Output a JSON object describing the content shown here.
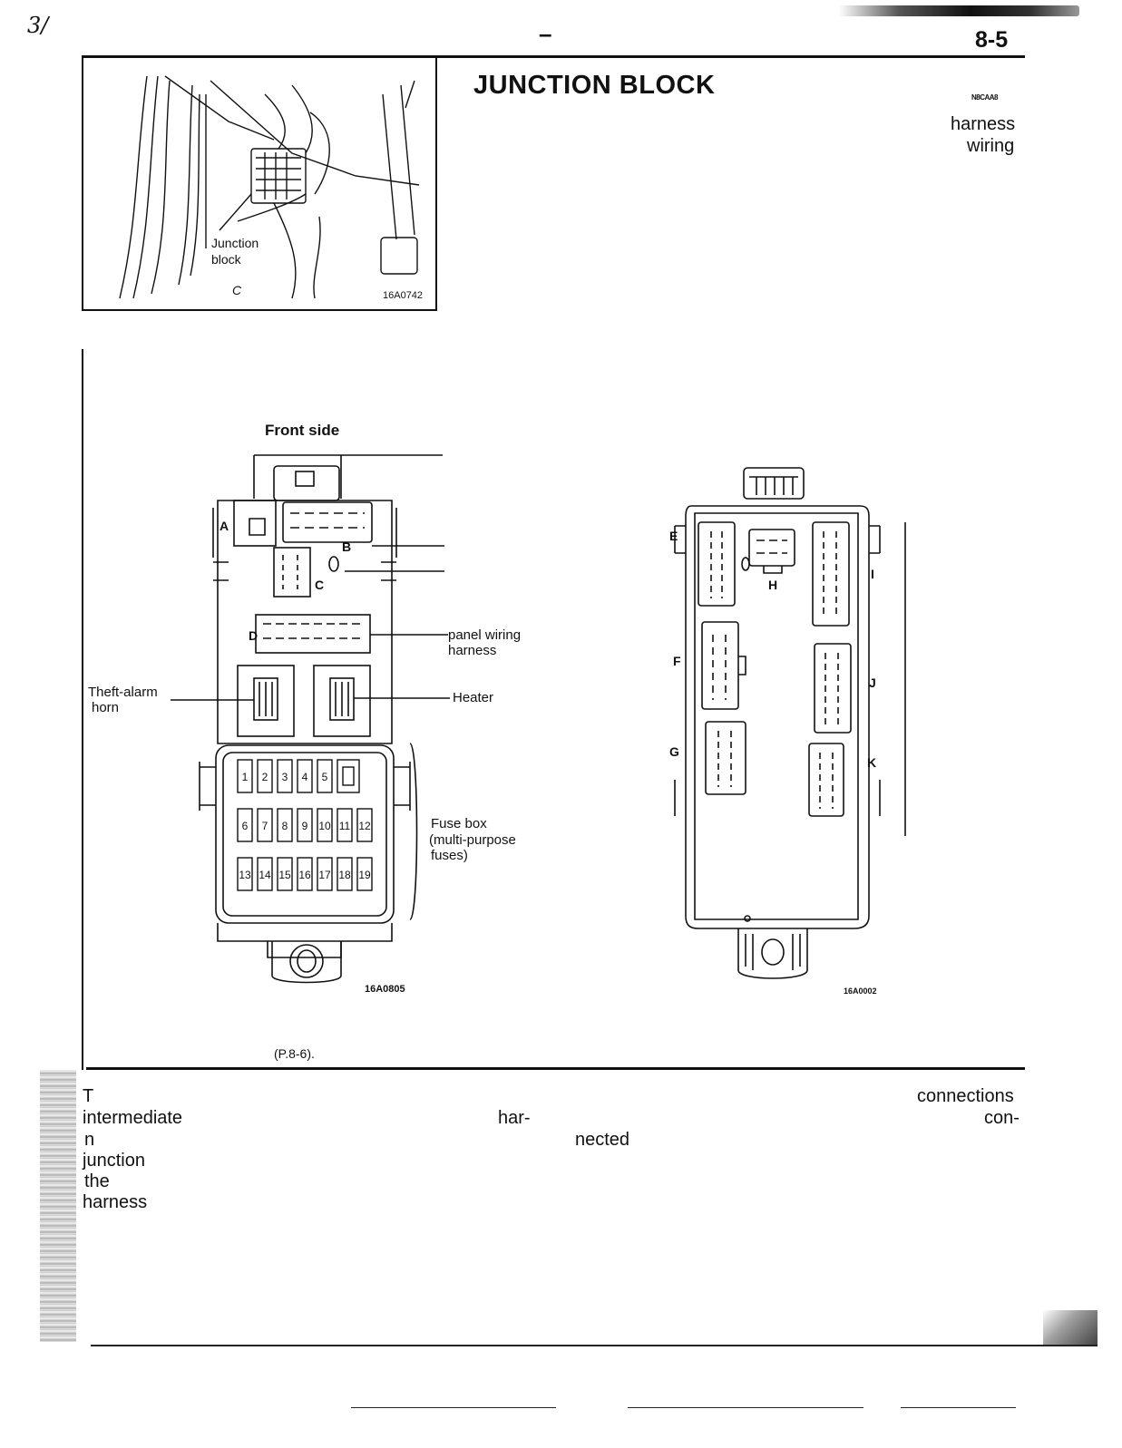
{
  "header": {
    "corner_mark": "3/",
    "dash": "–",
    "page_number": "8-5"
  },
  "section": {
    "title": "JUNCTION BLOCK",
    "code": "N8CAA8",
    "right_words": [
      "harness",
      "wiring"
    ]
  },
  "location_figure": {
    "label_junction": "Junction",
    "label_block": "block",
    "label_c": "C",
    "figure_id": "16A0742"
  },
  "front_figure": {
    "heading": "Front side",
    "connector_letters": [
      "A",
      "B",
      "C",
      "D"
    ],
    "panel_wiring": "panel wiring",
    "panel_harness": "harness",
    "theft_alarm": "Theft-alarm",
    "horn": "horn",
    "heater": "Heater",
    "fuse_numbers": [
      "1",
      "2",
      "3",
      "4",
      "5",
      "6",
      "7",
      "8",
      "9",
      "10",
      "11",
      "12",
      "13",
      "14",
      "15",
      "16",
      "17",
      "18",
      "19"
    ],
    "fuse_box_line1": "Fuse box",
    "fuse_box_line2": "(multi-purpose",
    "fuse_box_line3": "fuses)",
    "figure_id": "16A0805"
  },
  "rear_figure": {
    "connector_letters": [
      "E",
      "F",
      "G",
      "H",
      "I",
      "J",
      "K"
    ],
    "figure_id": "16A0002"
  },
  "reference": "(P.8-6).",
  "paragraph": {
    "left_words": [
      "T",
      "intermediate",
      "n",
      "junction",
      "the",
      "harness"
    ],
    "har": "har-",
    "nected": "nected",
    "connections": "connections",
    "con": "con-"
  }
}
